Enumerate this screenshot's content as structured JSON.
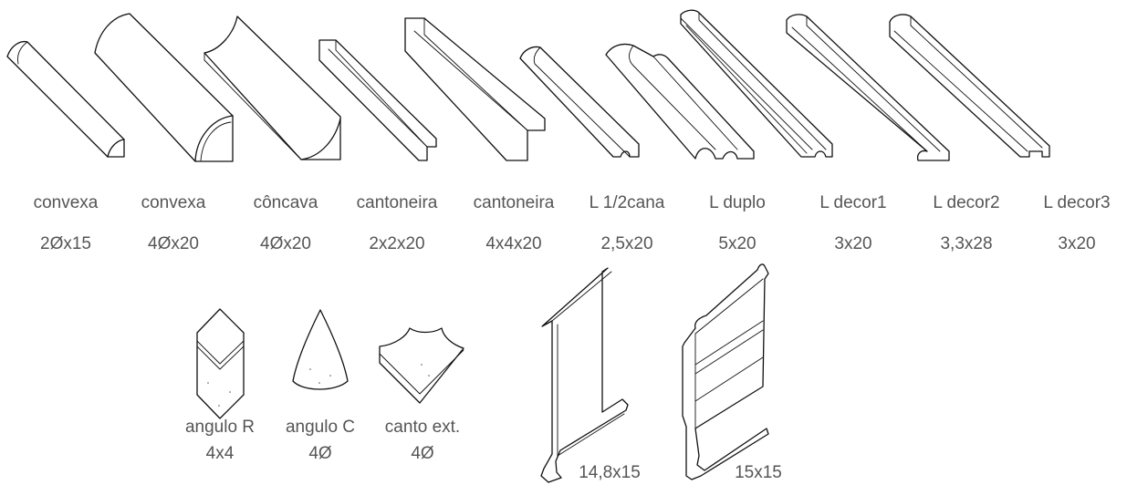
{
  "pieces_top": [
    {
      "name": "convexa",
      "size": "2Øx15"
    },
    {
      "name": "convexa",
      "size": "4Øx20"
    },
    {
      "name": "côncava",
      "size": "4Øx20"
    },
    {
      "name": "cantoneira",
      "size": "2x2x20"
    },
    {
      "name": "cantoneira",
      "size": "4x4x20"
    },
    {
      "name": "L 1/2cana",
      "size": "2,5x20"
    },
    {
      "name": "L duplo",
      "size": "5x20"
    },
    {
      "name": "L decor1",
      "size": "3x20"
    },
    {
      "name": "L decor2",
      "size": "3,3x28"
    },
    {
      "name": "L decor3",
      "size": "3x20"
    }
  ],
  "pieces_bottom": [
    {
      "name": "angulo R",
      "size": "4x4"
    },
    {
      "name": "angulo C",
      "size": "4Ø"
    },
    {
      "name": "canto ext.",
      "size": "4Ø"
    }
  ],
  "plinths": [
    {
      "size": "14,8x15"
    },
    {
      "size": "15x15"
    }
  ]
}
